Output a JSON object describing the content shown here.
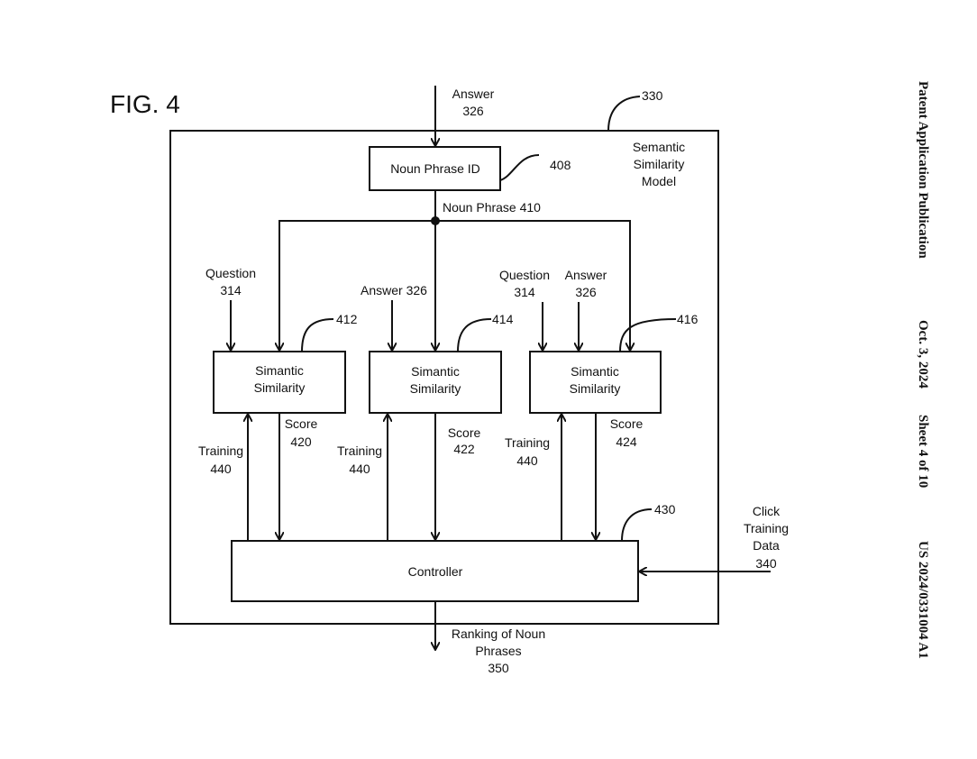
{
  "figure_label": "FIG. 4",
  "header": {
    "publication": "Patent Application Publication",
    "date": "Oct. 3, 2024",
    "sheet": "Sheet 4 of 10",
    "number": "US 2024/0331004 A1"
  },
  "model": {
    "ref": "330",
    "line1": "Semantic",
    "line2": "Similarity",
    "line3": "Model"
  },
  "input_answer": {
    "line1": "Answer",
    "line2": "326"
  },
  "noun_phrase_id": {
    "label": "Noun Phrase ID",
    "ref": "408"
  },
  "noun_phrase": "Noun Phrase 410",
  "similarity_blocks": [
    {
      "line1": "Simantic",
      "line2": "Similarity",
      "ref": "412",
      "score_label": "Score",
      "score_ref": "420",
      "training_label": "Training",
      "training_ref": "440"
    },
    {
      "line1": "Simantic",
      "line2": "Similarity",
      "ref": "414",
      "score_label": "Score",
      "score_ref": "422",
      "training_label": "Training",
      "training_ref": "440"
    },
    {
      "line1": "Simantic",
      "line2": "Similarity",
      "ref": "416",
      "score_label": "Score",
      "score_ref": "424",
      "training_label": "Training",
      "training_ref": "440"
    }
  ],
  "inputs": {
    "q1": {
      "line1": "Question",
      "line2": "314"
    },
    "a2": "Answer 326",
    "q3": {
      "line1": "Question",
      "line2": "314"
    },
    "a3": {
      "line1": "Answer",
      "line2": "326"
    }
  },
  "controller": {
    "label": "Controller",
    "ref": "430"
  },
  "click_data": {
    "line1": "Click",
    "line2": "Training",
    "line3": "Data",
    "line4": "340"
  },
  "output": {
    "line1": "Ranking of Noun",
    "line2": "Phrases",
    "line3": "350"
  }
}
